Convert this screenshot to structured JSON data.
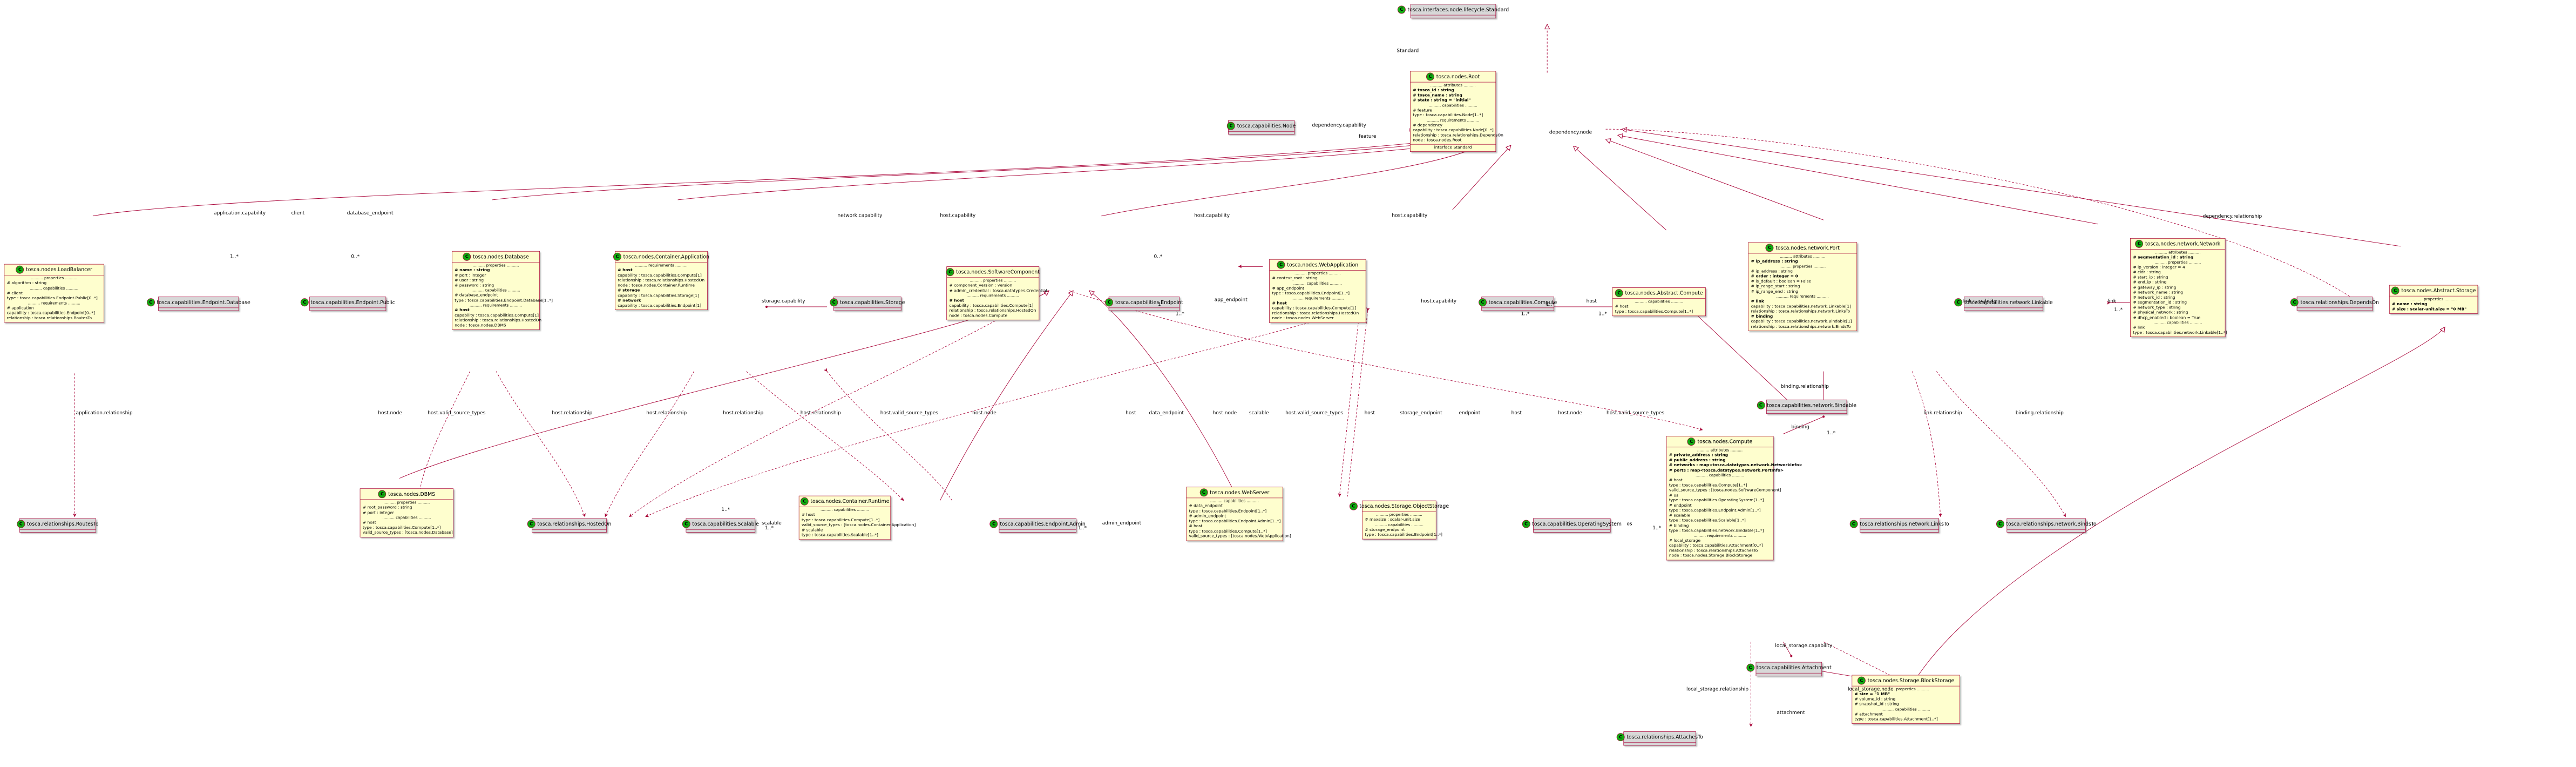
{
  "colors": {
    "class_fill": "#fefece",
    "border": "#a80036",
    "circle": "#11aa11",
    "dim_fill": "#d8d8d8"
  },
  "classes": {
    "lifecycle": {
      "name": "tosca.interfaces.node.lifecycle.Standard",
      "sections": []
    },
    "root": {
      "name": "tosca.nodes.Root",
      "sections": [
        {
          "head": "attributes",
          "lines": [
            {
              "t": "# tosca_id : string",
              "b": true
            },
            {
              "t": "# tosca_name : string",
              "b": true
            },
            {
              "t": "# state : string = \"initial\"",
              "b": true
            }
          ]
        },
        {
          "head": "capabilities",
          "lines": [
            {
              "t": "# feature"
            },
            {
              "t": "  type : tosca.capabilities.Node[1..*]"
            }
          ]
        },
        {
          "head": "requirements",
          "lines": [
            {
              "t": "# dependency"
            },
            {
              "t": "  capability : tosca.capabilities.Node[0..*]"
            },
            {
              "t": "  relationship : tosca.relationships.DependsOn"
            },
            {
              "t": "  node : tosca.nodes.Root"
            }
          ]
        },
        {
          "head": "",
          "lines": [
            {
              "t": "interface Standard",
              "c": true
            }
          ]
        }
      ]
    },
    "capNode": {
      "name": "tosca.capabilities.Node",
      "sections": []
    },
    "lb": {
      "name": "tosca.nodes.LoadBalancer",
      "sections": [
        {
          "head": "properties",
          "lines": [
            {
              "t": "# algorithm : string"
            }
          ]
        },
        {
          "head": "capabilities",
          "lines": [
            {
              "t": "# client"
            },
            {
              "t": "  type : tosca.capabilities.Endpoint.Public[0..*]"
            }
          ]
        },
        {
          "head": "requirements",
          "lines": [
            {
              "t": "# application"
            },
            {
              "t": "  capability : tosca.capabilities.Endpoint[0..*]"
            },
            {
              "t": "  relationship : tosca.relationships.RoutesTo"
            }
          ]
        }
      ]
    },
    "epDb": {
      "name": "tosca.capabilities.Endpoint.Database",
      "sections": []
    },
    "epPub": {
      "name": "tosca.capabilities.Endpoint.Public",
      "sections": []
    },
    "db": {
      "name": "tosca.nodes.Database",
      "sections": [
        {
          "head": "properties",
          "lines": [
            {
              "t": "# name : string",
              "b": true
            },
            {
              "t": "# port : integer"
            },
            {
              "t": "# user : string"
            },
            {
              "t": "# password : string"
            }
          ]
        },
        {
          "head": "capabilities",
          "lines": [
            {
              "t": "# database_endpoint"
            },
            {
              "t": "  type : tosca.capabilities.Endpoint.Database[1..*]"
            }
          ]
        },
        {
          "head": "requirements",
          "lines": [
            {
              "t": "# host",
              "b": true
            },
            {
              "t": "  capability : tosca.capabilities.Compute[1]"
            },
            {
              "t": "  relationship : tosca.relationships.HostedOn"
            },
            {
              "t": "  node : tosca.nodes.DBMS"
            }
          ]
        }
      ]
    },
    "contApp": {
      "name": "tosca.nodes.Container.Application",
      "sections": [
        {
          "head": "requirements",
          "lines": [
            {
              "t": "# host",
              "b": true
            },
            {
              "t": "  capability : tosca.capabilities.Compute[1]"
            },
            {
              "t": "  relationship : tosca.relationships.HostedOn"
            },
            {
              "t": "  node : tosca.nodes.Container.Runtime"
            },
            {
              "t": "# storage",
              "b": true
            },
            {
              "t": "  capability : tosca.capabilities.Storage[1]"
            },
            {
              "t": "# network",
              "b": true
            },
            {
              "t": "  capability : tosca.capabilities.Endpoint[1]"
            }
          ]
        }
      ]
    },
    "capStorage": {
      "name": "tosca.capabilities.Storage",
      "sections": []
    },
    "sw": {
      "name": "tosca.nodes.SoftwareComponent",
      "sections": [
        {
          "head": "properties",
          "lines": [
            {
              "t": "# component_version : version"
            },
            {
              "t": "# admin_credential : tosca.datatypes.Credential"
            }
          ]
        },
        {
          "head": "requirements",
          "lines": [
            {
              "t": "# host",
              "b": true
            },
            {
              "t": "  capability : tosca.capabilities.Compute[1]"
            },
            {
              "t": "  relationship : tosca.relationships.HostedOn"
            },
            {
              "t": "  node : tosca.nodes.Compute"
            }
          ]
        }
      ]
    },
    "capEp": {
      "name": "tosca.capabilities.Endpoint",
      "sections": []
    },
    "webApp": {
      "name": "tosca.nodes.WebApplication",
      "sections": [
        {
          "head": "properties",
          "lines": [
            {
              "t": "# context_root : string"
            }
          ]
        },
        {
          "head": "capabilities",
          "lines": [
            {
              "t": "# app_endpoint"
            },
            {
              "t": "  type : tosca.capabilities.Endpoint[1..*]"
            }
          ]
        },
        {
          "head": "requirements",
          "lines": [
            {
              "t": "# host",
              "b": true
            },
            {
              "t": "  capability : tosca.capabilities.Compute[1]"
            },
            {
              "t": "  relationship : tosca.relationships.HostedOn"
            },
            {
              "t": "  node : tosca.nodes.WebServer"
            }
          ]
        }
      ]
    },
    "capCompute": {
      "name": "tosca.capabilities.Compute",
      "sections": []
    },
    "absCompute": {
      "name": "tosca.nodes.Abstract.Compute",
      "sections": [
        {
          "head": "capabilities",
          "lines": [
            {
              "t": "# host"
            },
            {
              "t": "  type : tosca.capabilities.Compute[1..*]"
            }
          ]
        }
      ]
    },
    "port": {
      "name": "tosca.nodes.network.Port",
      "sections": [
        {
          "head": "attributes",
          "lines": [
            {
              "t": "# ip_address : string",
              "b": true
            }
          ]
        },
        {
          "head": "properties",
          "lines": [
            {
              "t": "# ip_address : string"
            },
            {
              "t": "# order : integer = 0",
              "b": true
            },
            {
              "t": "# is_default : boolean = False"
            },
            {
              "t": "# ip_range_start : string"
            },
            {
              "t": "# ip_range_end : string"
            }
          ]
        },
        {
          "head": "requirements",
          "lines": [
            {
              "t": "# link",
              "b": true
            },
            {
              "t": "  capability : tosca.capabilities.network.Linkable[1]"
            },
            {
              "t": "  relationship : tosca.relationships.network.LinksTo"
            },
            {
              "t": "# binding",
              "b": true
            },
            {
              "t": "  capability : tosca.capabilities.network.Bindable[1]"
            },
            {
              "t": "  relationship : tosca.relationships.network.BindsTo"
            }
          ]
        }
      ]
    },
    "linkable": {
      "name": "tosca.capabilities.network.Linkable",
      "sections": []
    },
    "network": {
      "name": "tosca.nodes.network.Network",
      "sections": [
        {
          "head": "attributes",
          "lines": [
            {
              "t": "# segmentation_id : string",
              "b": true
            }
          ]
        },
        {
          "head": "properties",
          "lines": [
            {
              "t": "# ip_version : integer = 4"
            },
            {
              "t": "# cidr : string"
            },
            {
              "t": "# start_ip : string"
            },
            {
              "t": "# end_ip : string"
            },
            {
              "t": "# gateway_ip : string"
            },
            {
              "t": "# network_name : string"
            },
            {
              "t": "# network_id : string"
            },
            {
              "t": "# segmentation_id : string"
            },
            {
              "t": "# network_type : string"
            },
            {
              "t": "# physical_network : string"
            },
            {
              "t": "# dhcp_enabled : boolean = True"
            }
          ]
        },
        {
          "head": "capabilities",
          "lines": [
            {
              "t": "# link"
            },
            {
              "t": "  type : tosca.capabilities.network.Linkable[1..*]"
            }
          ]
        }
      ]
    },
    "dependsOn": {
      "name": "tosca.relationships.DependsOn",
      "sections": []
    },
    "absStorage": {
      "name": "tosca.nodes.Abstract.Storage",
      "sections": [
        {
          "head": "properties",
          "lines": [
            {
              "t": "# name : string",
              "b": true
            },
            {
              "t": "# size : scalar-unit.size = \"0 MB\"",
              "b": true
            }
          ]
        }
      ]
    },
    "bindable": {
      "name": "tosca.capabilities.network.Bindable",
      "sections": []
    },
    "routesTo": {
      "name": "tosca.relationships.RoutesTo",
      "sections": []
    },
    "dbms": {
      "name": "tosca.nodes.DBMS",
      "sections": [
        {
          "head": "properties",
          "lines": [
            {
              "t": "# root_password : string"
            },
            {
              "t": "# port : integer"
            }
          ]
        },
        {
          "head": "capabilities",
          "lines": [
            {
              "t": "# host"
            },
            {
              "t": "  type : tosca.capabilities.Compute[1..*]"
            },
            {
              "t": "  valid_source_types : [tosca.nodes.Database]"
            }
          ]
        }
      ]
    },
    "hostedOn": {
      "name": "tosca.relationships.HostedOn",
      "sections": []
    },
    "scalable": {
      "name": "tosca.capabilities.Scalable",
      "sections": []
    },
    "contRuntime": {
      "name": "tosca.nodes.Container.Runtime",
      "sections": [
        {
          "head": "capabilities",
          "lines": [
            {
              "t": "# host"
            },
            {
              "t": "  type : tosca.capabilities.Compute[1..*]"
            },
            {
              "t": "  valid_source_types : [tosca.nodes.Container.Application]"
            },
            {
              "t": "# scalable"
            },
            {
              "t": "  type : tosca.capabilities.Scalable[1..*]"
            }
          ]
        }
      ]
    },
    "epAdmin": {
      "name": "tosca.capabilities.Endpoint.Admin",
      "sections": []
    },
    "webServer": {
      "name": "tosca.nodes.WebServer",
      "sections": [
        {
          "head": "capabilities",
          "lines": [
            {
              "t": "# data_endpoint"
            },
            {
              "t": "  type : tosca.capabilities.Endpoint[1..*]"
            },
            {
              "t": "# admin_endpoint"
            },
            {
              "t": "  type : tosca.capabilities.Endpoint.Admin[1..*]"
            },
            {
              "t": "# host"
            },
            {
              "t": "  type : tosca.capabilities.Compute[1..*]"
            },
            {
              "t": "  valid_source_types : [tosca.nodes.WebApplication]"
            }
          ]
        }
      ]
    },
    "objStorage": {
      "name": "tosca.nodes.Storage.ObjectStorage",
      "sections": [
        {
          "head": "properties",
          "lines": [
            {
              "t": "# maxsize : scalar-unit.size"
            }
          ]
        },
        {
          "head": "capabilities",
          "lines": [
            {
              "t": "# storage_endpoint"
            },
            {
              "t": "  type : tosca.capabilities.Endpoint[1..*]"
            }
          ]
        }
      ]
    },
    "opSys": {
      "name": "tosca.capabilities.OperatingSystem",
      "sections": []
    },
    "compute": {
      "name": "tosca.nodes.Compute",
      "sections": [
        {
          "head": "attributes",
          "lines": [
            {
              "t": "# private_address : string",
              "b": true
            },
            {
              "t": "# public_address : string",
              "b": true
            },
            {
              "t": "# networks : map<tosca.datatypes.network.NetworkInfo>",
              "b": true
            },
            {
              "t": "# ports : map<tosca.datatypes.network.PortInfo>",
              "b": true
            }
          ]
        },
        {
          "head": "capabilities",
          "lines": [
            {
              "t": "# host"
            },
            {
              "t": "  type : tosca.capabilities.Compute[1..*]"
            },
            {
              "t": "  valid_source_types : [tosca.nodes.SoftwareComponent]"
            },
            {
              "t": "# os"
            },
            {
              "t": "  type : tosca.capabilities.OperatingSystem[1..*]"
            },
            {
              "t": "# endpoint"
            },
            {
              "t": "  type : tosca.capabilities.Endpoint.Admin[1..*]"
            },
            {
              "t": "# scalable"
            },
            {
              "t": "  type : tosca.capabilities.Scalable[1..*]"
            },
            {
              "t": "# binding"
            },
            {
              "t": "  type : tosca.capabilities.network.Bindable[1..*]"
            }
          ]
        },
        {
          "head": "requirements",
          "lines": [
            {
              "t": "# local_storage"
            },
            {
              "t": "  capability : tosca.capabilities.Attachment[0..*]"
            },
            {
              "t": "  relationship : tosca.relationships.AttachesTo"
            },
            {
              "t": "  node : tosca.nodes.Storage.BlockStorage"
            }
          ]
        }
      ]
    },
    "linksTo": {
      "name": "tosca.relationships.network.LinksTo",
      "sections": []
    },
    "bindsTo": {
      "name": "tosca.relationships.network.BindsTo",
      "sections": []
    },
    "attachesTo": {
      "name": "tosca.relationships.AttachesTo",
      "sections": []
    },
    "attachment": {
      "name": "tosca.capabilities.Attachment",
      "sections": []
    },
    "blockStorage": {
      "name": "tosca.nodes.Storage.BlockStorage",
      "sections": [
        {
          "head": "properties",
          "lines": [
            {
              "t": "# size = \"1 MB\"",
              "b": true
            },
            {
              "t": "# volume_id : string"
            },
            {
              "t": "# snapshot_id : string"
            }
          ]
        },
        {
          "head": "capabilities",
          "lines": [
            {
              "t": "# attachment"
            },
            {
              "t": "  type : tosca.capabilities.Attachment[1..*]"
            }
          ]
        }
      ]
    }
  },
  "edge_labels": {
    "standard": "Standard",
    "dependency_capability": "dependency.capability",
    "feature": "feature",
    "dependency_node": "dependency.node",
    "dependency_relationship": "dependency.relationship",
    "application_capability": "application.capability",
    "client": "client",
    "database_endpoint": "database_endpoint",
    "network_capability": "network.capability",
    "host_capability_1": "host.capability",
    "host_capability_2": "host.capability",
    "host_capability_3": "host.capability",
    "host_capability_4": "host.capability",
    "storage_capability": "storage.capability",
    "app_endpoint": "app_endpoint",
    "host_1": "host",
    "link_capability": "link.capability",
    "link": "link",
    "binding_relationship_1": "binding.relationship",
    "binding": "binding",
    "application_relationship": "application.relationship",
    "host_node_1": "host.node",
    "host_valid_source_types_1": "host.valid_source_types",
    "host_relationship_1": "host.relationship",
    "host_relationship_2": "host.relationship",
    "host_relationship_3": "host.relationship",
    "host_relationship_4": "host.relationship",
    "host_valid_source_types_2": "host.valid_source_types",
    "host_node_2": "host.node",
    "host_2": "host",
    "data_endpoint": "data_endpoint",
    "host_node_3": "host.node",
    "scalable_1": "scalable",
    "host_valid_source_types_3": "host.valid_source_types",
    "host_3": "host",
    "storage_endpoint": "storage_endpoint",
    "endpoint": "endpoint",
    "host_4": "host",
    "host_node_4": "host.node",
    "host_valid_source_types_4": "host.valid_source_types",
    "link_relationship": "link.relationship",
    "binding_relationship_2": "binding.relationship",
    "scalable_2": "scalable",
    "admin_endpoint": "admin_endpoint",
    "os": "os",
    "local_storage_relationship": "local_storage.relationship",
    "local_storage_capability": "local_storage.capability",
    "local_storage_node": "local_storage.node",
    "attachment": "attachment",
    "m_1star_a": "1..*",
    "m_0star_a": "0..*",
    "m_0star_b": "0..*",
    "m_1": "1",
    "m_1star_b": "1..*",
    "m_1star_c": "1..*",
    "m_1star_d": "1..*",
    "m_1star_e": "1..*",
    "m_1star_f": "1..*",
    "m_1star_g": "1..*",
    "m_1star_h": "1..*",
    "m_1star_i": "1..*",
    "m_1star_j": "1..*",
    "m_1star_k": "1..*"
  }
}
